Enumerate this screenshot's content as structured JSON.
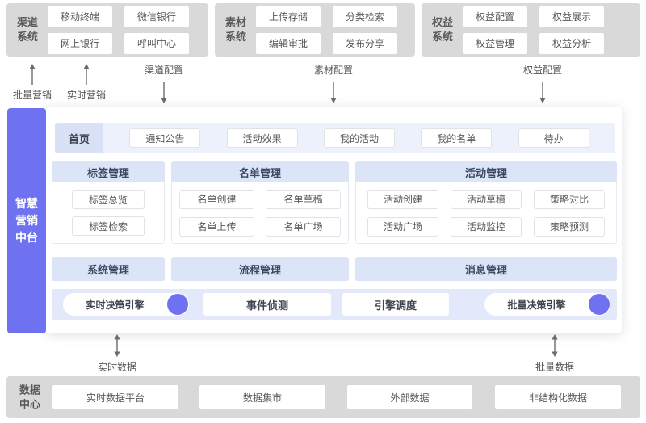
{
  "colors": {
    "accent_purple": "#6f72f0",
    "system_box_gray": "#d9d9d9",
    "module_header_blue": "#dce5f8",
    "engine_band_lavender": "#e3e9fb",
    "home_row_bg": "#edf1fb",
    "home_cell_bg": "#d8e1f6"
  },
  "top_systems": [
    {
      "label": "渠道系统",
      "items": [
        "移动终端",
        "微信银行",
        "网上银行",
        "呼叫中心"
      ]
    },
    {
      "label": "素材系统",
      "items": [
        "上传存储",
        "分类检索",
        "编辑审批",
        "发布分享"
      ]
    },
    {
      "label": "权益系统",
      "items": [
        "权益配置",
        "权益展示",
        "权益管理",
        "权益分析"
      ]
    }
  ],
  "flows": {
    "up": [
      "批量营销",
      "实时营销"
    ],
    "down": [
      "渠道配置",
      "素材配置",
      "权益配置"
    ],
    "bottom": [
      "实时数据",
      "批量数据"
    ]
  },
  "platform": {
    "sidebar_lines": [
      "智慧",
      "营销",
      "中台"
    ],
    "home": {
      "label": "首页",
      "items": [
        "通知公告",
        "活动效果",
        "我的活动",
        "我的名单",
        "待办"
      ]
    },
    "modules": [
      {
        "title": "标签管理",
        "items": [
          "标签总览",
          "标签检索"
        ]
      },
      {
        "title": "名单管理",
        "items": [
          "名单创建",
          "名单草稿",
          "名单上传",
          "名单广场"
        ]
      },
      {
        "title": "活动管理",
        "items": [
          "活动创建",
          "活动草稿",
          "策略对比",
          "活动广场",
          "活动监控",
          "策略预测"
        ]
      }
    ],
    "bars": [
      "系统管理",
      "流程管理",
      "消息管理"
    ],
    "engines": [
      "实时决策引擎",
      "事件侦测",
      "引擎调度",
      "批量决策引擎"
    ]
  },
  "data_center": {
    "label": "数据中心",
    "items": [
      "实时数据平台",
      "数据集市",
      "外部数据",
      "非结构化数据"
    ]
  }
}
